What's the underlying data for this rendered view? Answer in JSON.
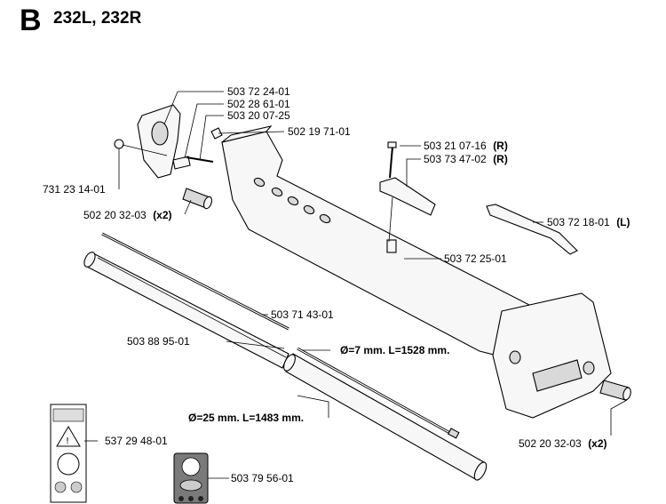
{
  "header": {
    "section_letter": "B",
    "models": "232L, 232R"
  },
  "callouts": {
    "p_5037224": "503 72 24-01",
    "p_5022861": "502 28 61-01",
    "p_5032007": "503 20 07-25",
    "p_5021971": "502 19 71-01",
    "p_7312314": "731 23 14-01",
    "p_5022032_a": "502 20 32-03",
    "p_5022032_a_qty": "(x2)",
    "p_5032107": "503 21 07-16",
    "p_5032107_suffix": "(R)",
    "p_5037347": "503 73 47-02",
    "p_5037347_suffix": "(R)",
    "p_5037218": "503 72 18-01",
    "p_5037218_suffix": "(L)",
    "p_5037225": "503 72 25-01",
    "p_5037143": "503 71 43-01",
    "p_5038895": "503 88 95-01",
    "p_5372948": "537 29 48-01",
    "p_5037956": "503 79 56-01",
    "p_5022032_b": "502 20 32-03",
    "p_5022032_b_qty": "(x2)"
  },
  "dimensions": {
    "shaft": "Ø=7 mm. L=1528 mm.",
    "tube": "Ø=25 mm. L=1483 mm."
  }
}
